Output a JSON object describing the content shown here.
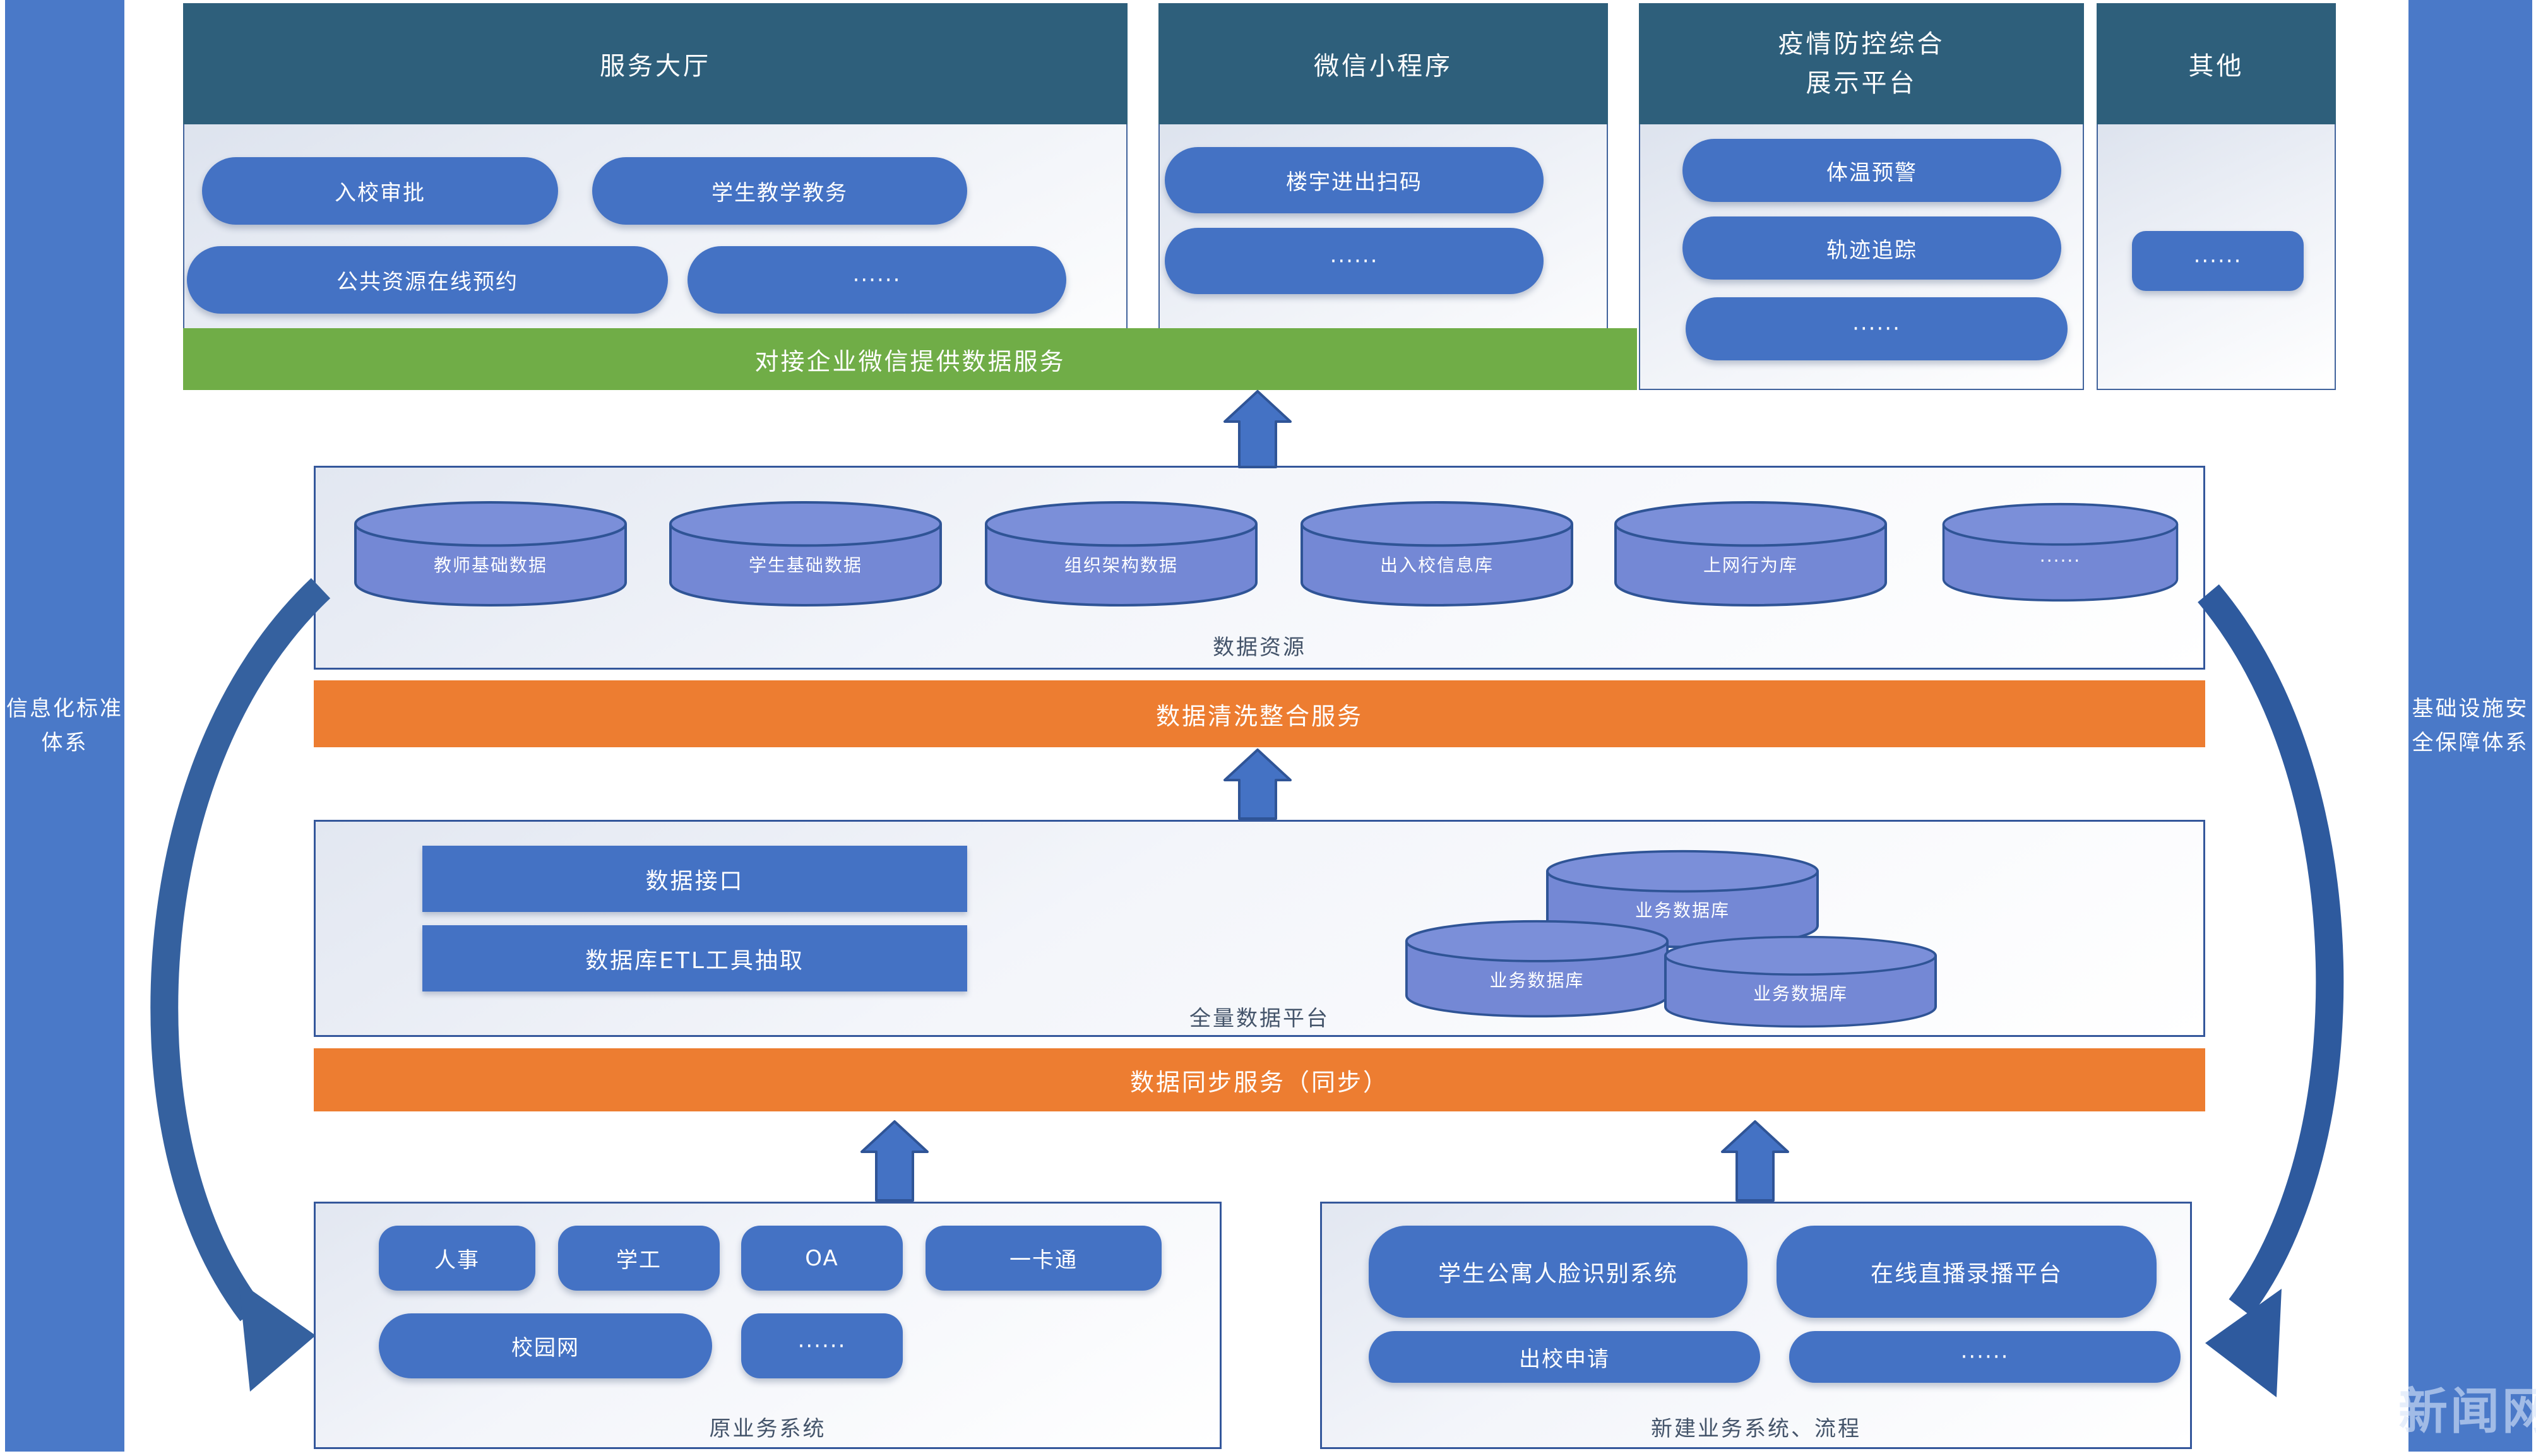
{
  "sidebars": {
    "left": {
      "line1": "信息化标准",
      "line2": "体系"
    },
    "right": {
      "line1": "基础设施安",
      "line2": "全保障体系"
    },
    "watermark": "新闻网"
  },
  "top": {
    "columns": [
      {
        "title": "服务大厅",
        "buttons": [
          "入校审批",
          "学生教学教务",
          "公共资源在线预约",
          "······"
        ]
      },
      {
        "title": "微信小程序",
        "buttons": [
          "楼宇进出扫码",
          "······"
        ]
      },
      {
        "title_line1": "疫情防控综合",
        "title_line2": "展示平台",
        "buttons": [
          "体温预警",
          "轨迹追踪",
          "······"
        ]
      },
      {
        "title": "其他",
        "buttons": [
          "······"
        ]
      }
    ],
    "green_bar": "对接企业微信提供数据服务"
  },
  "data_resource": {
    "label": "数据资源",
    "cylinders": [
      "教师基础数据",
      "学生基础数据",
      "组织架构数据",
      "出入校信息库",
      "上网行为库",
      "······"
    ]
  },
  "orange_bars": {
    "clean": "数据清洗整合服务",
    "sync": "数据同步服务（同步）"
  },
  "full_platform": {
    "label": "全量数据平台",
    "bars": [
      "数据接口",
      "数据库ETL工具抽取"
    ],
    "cylinders": [
      "业务数据库",
      "业务数据库",
      "业务数据库"
    ]
  },
  "legacy_systems": {
    "label": "原业务系统",
    "buttons": [
      "人事",
      "学工",
      "OA",
      "一卡通",
      "校园网",
      "······"
    ]
  },
  "new_systems": {
    "label": "新建业务系统、流程",
    "buttons": [
      "学生公寓人脸识别系统",
      "在线直播录播平台",
      "出校申请",
      "······"
    ]
  },
  "colors": {
    "header_teal": "#2E5F7B",
    "button_blue": "#4472C4",
    "green": "#70AD47",
    "orange": "#ED7D31",
    "sidebar_blue": "#4A79C8",
    "cylinder_fill": "#7488D5",
    "diagram_border": "#2F5496"
  }
}
